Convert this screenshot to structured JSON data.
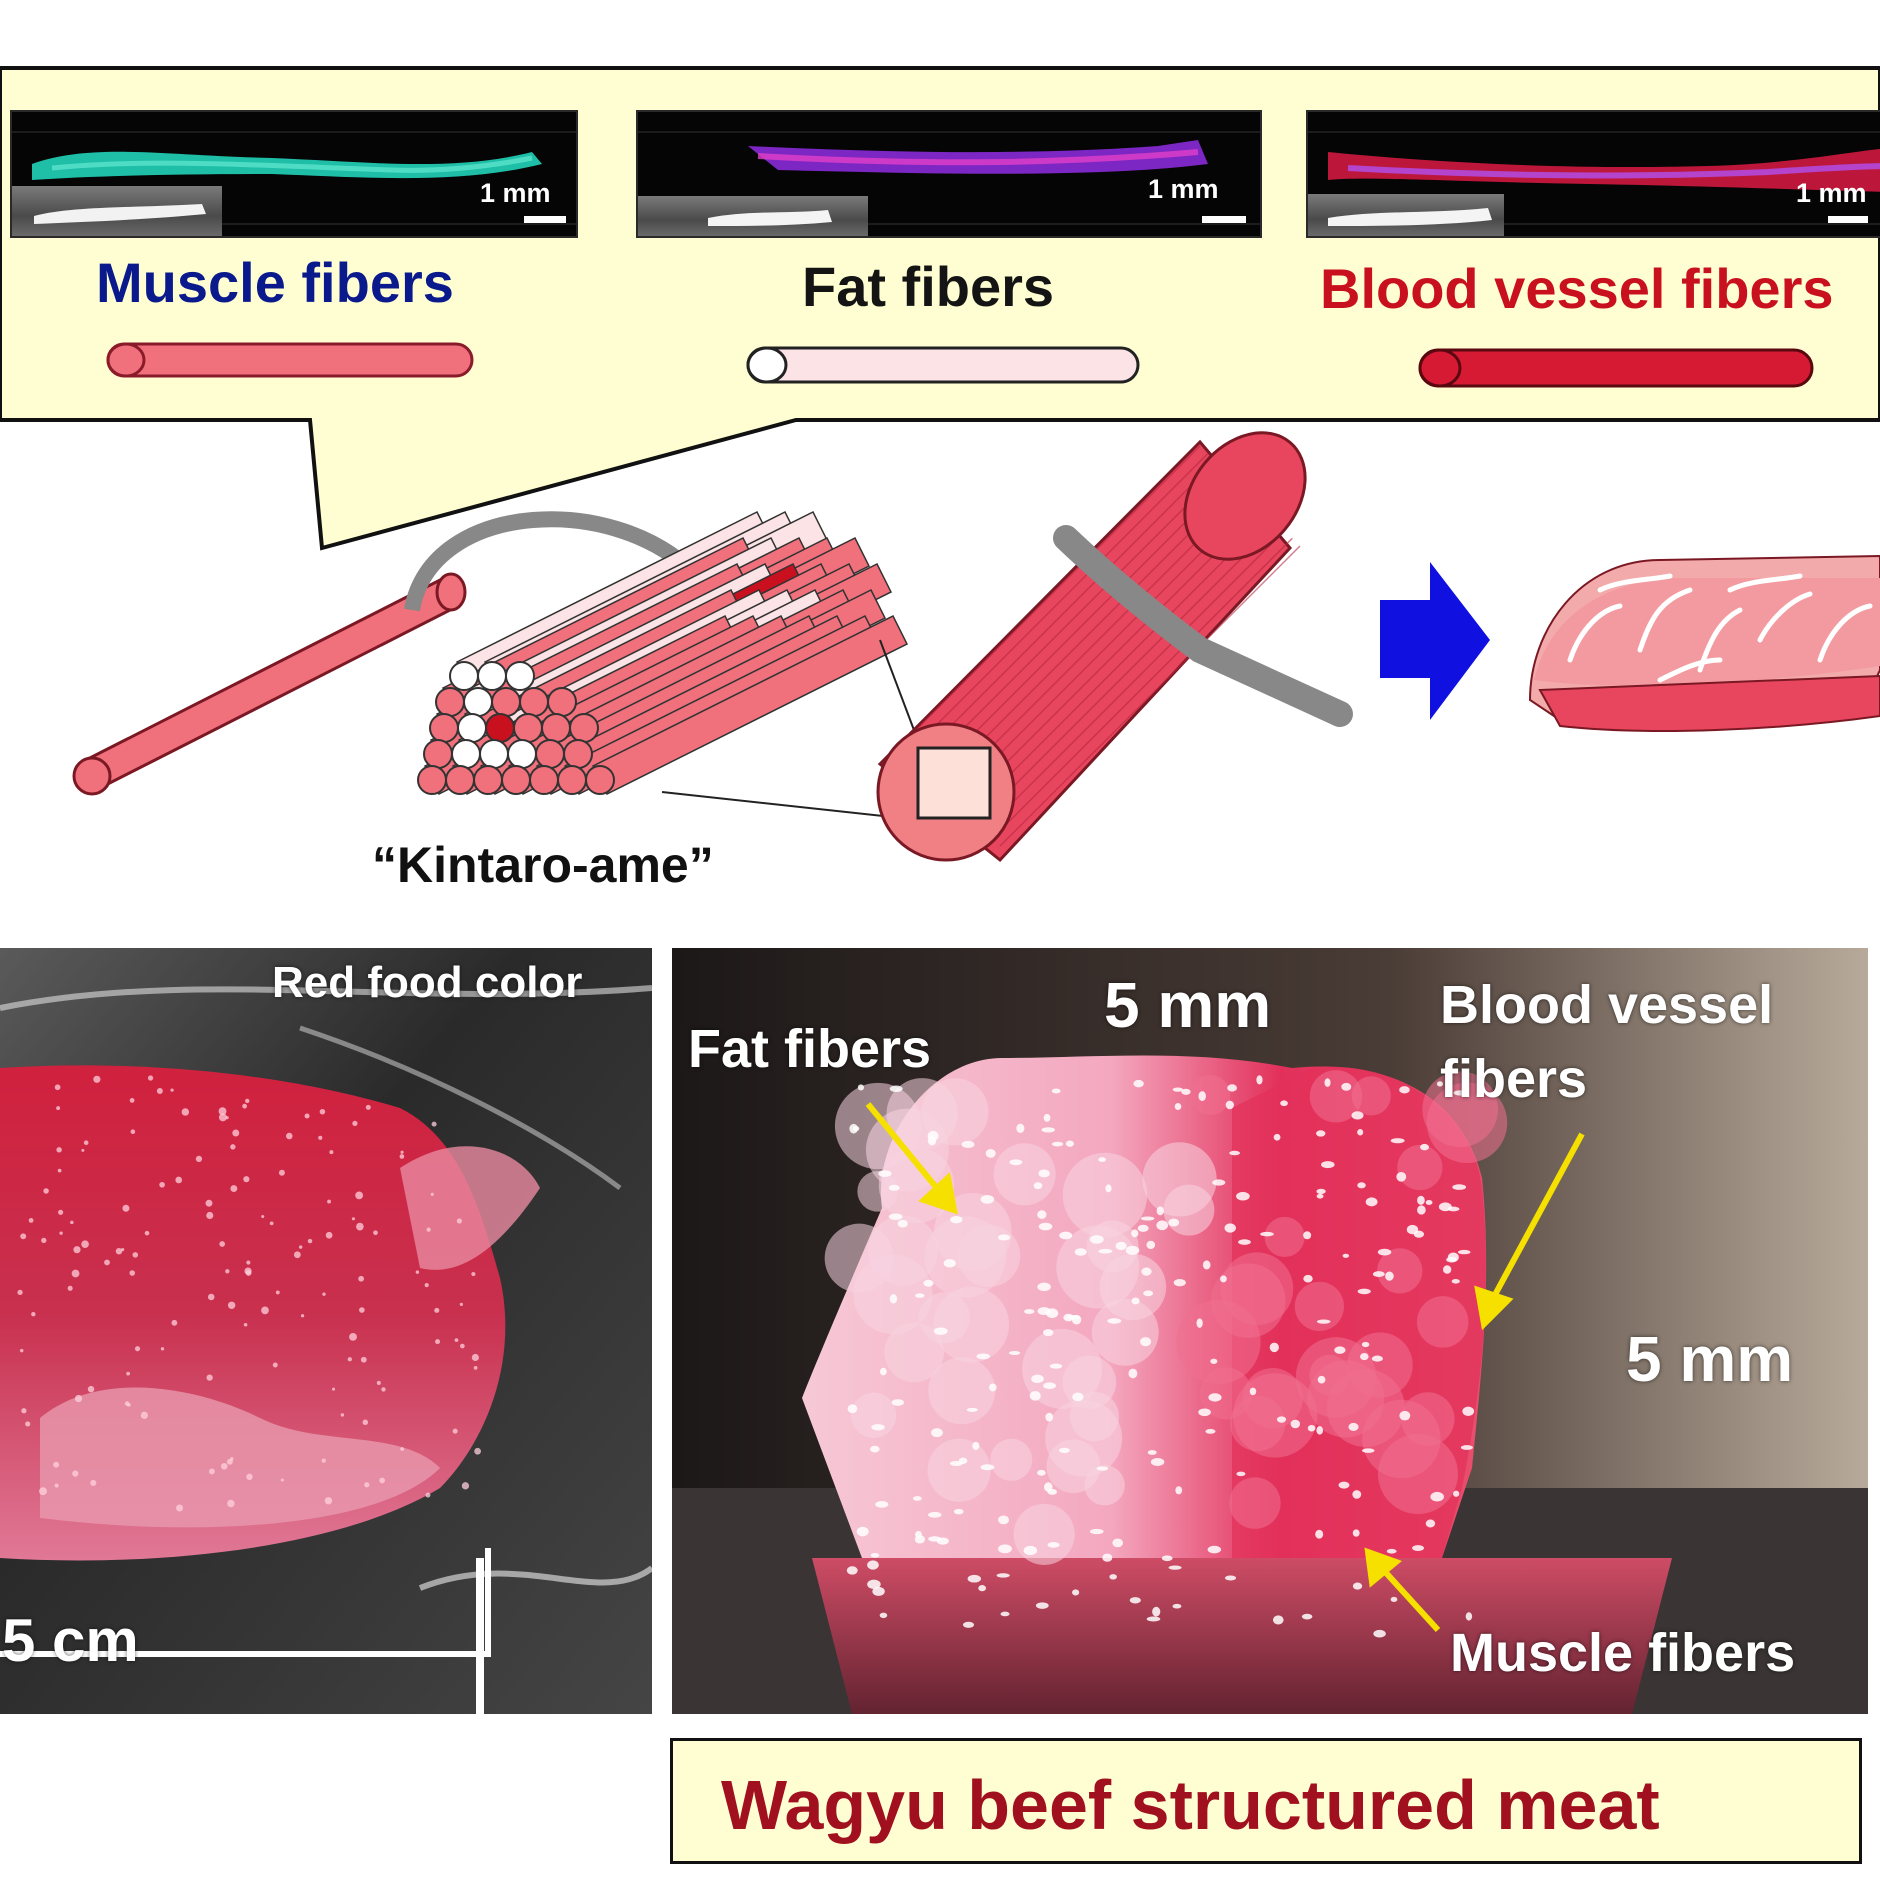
{
  "fiber_types": [
    {
      "label": "Muscle fibers",
      "scale": "1 mm",
      "label_color": "#0a1a8c",
      "fiber_color": "#f0707c"
    },
    {
      "label": "Fat fibers",
      "scale": "1 mm",
      "label_color": "#141414",
      "fiber_color": "#fbe3e6"
    },
    {
      "label": "Blood vessel fibers",
      "scale": "1 mm",
      "label_color": "#c8101e",
      "fiber_color": "#d71a34"
    }
  ],
  "assembly": {
    "bundle_label": "“Kintaro-ame”",
    "arrow_color": "#1010e0"
  },
  "photos": {
    "left": {
      "tag": "Red food color",
      "scale": "5 cm"
    },
    "right": {
      "scale_top": "5 mm",
      "scale_side": "5 mm",
      "fat_label": "Fat fibers",
      "vessel_label_line1": "Blood vessel",
      "vessel_label_line2": "fibers",
      "muscle_label": "Muscle fibers",
      "pointer_color": "#f5e000"
    }
  },
  "title": {
    "text": "Wagyu beef structured meat",
    "color": "#a0101e"
  },
  "colors": {
    "panel_bg": "#fefed2",
    "cylinder_red": "#e8465e",
    "muscle_pink": "#f0707c"
  }
}
